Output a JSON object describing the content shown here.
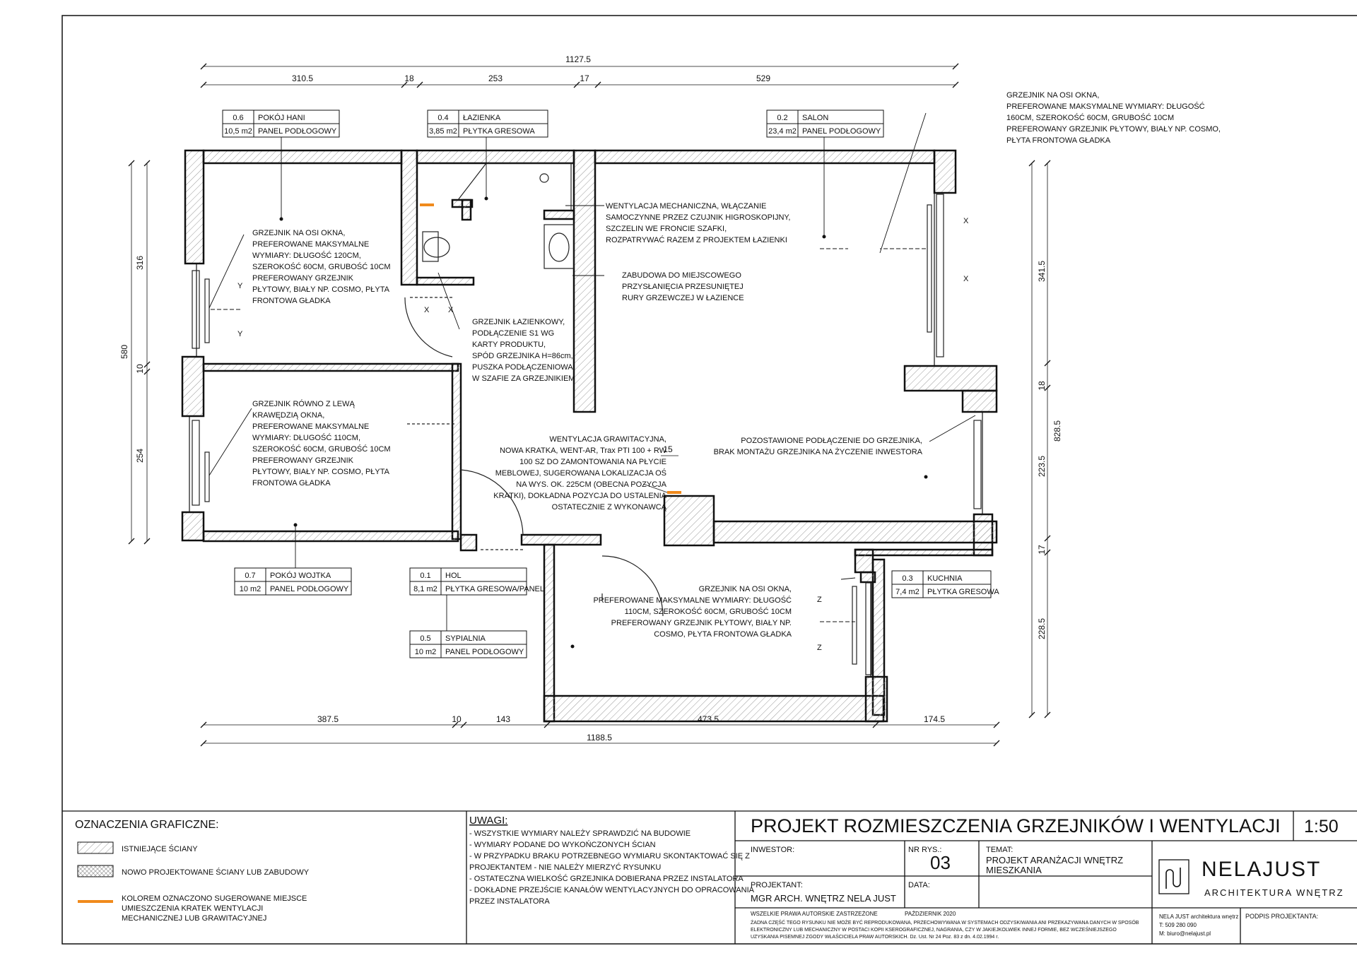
{
  "colors": {
    "line": "#111111",
    "vent": "#f08a1c",
    "hatch": "#888888"
  },
  "dimensions": {
    "top_total": "1127.5",
    "top_segments": [
      "310.5",
      "18",
      "253",
      "17",
      "529"
    ],
    "bottom_total": "1188.5",
    "bottom_segments": [
      "387.5",
      "10",
      "143",
      "473.5",
      "174.5"
    ],
    "left_total": "580",
    "left_segments": [
      "316",
      "10",
      "254"
    ],
    "right_total": "828.5",
    "right_segments": [
      "341.5",
      "18",
      "223.5",
      "17",
      "228.5"
    ],
    "small_15": "15"
  },
  "rooms": [
    {
      "num": "0.6",
      "name": "POKÓJ HANI",
      "area": "10,5 m2",
      "floor": "PANEL PODŁOGOWY"
    },
    {
      "num": "0.4",
      "name": "ŁAZIENKA",
      "area": "3,85 m2",
      "floor": "PŁYTKA GRESOWA"
    },
    {
      "num": "0.2",
      "name": "SALON",
      "area": "23,4 m2",
      "floor": "PANEL PODŁOGOWY"
    },
    {
      "num": "0.7",
      "name": "POKÓJ WOJTKA",
      "area": "10 m2",
      "floor": "PANEL PODŁOGOWY"
    },
    {
      "num": "0.1",
      "name": "HOL",
      "area": "8,1 m2",
      "floor": "PŁYTKA GRESOWA/PANEL"
    },
    {
      "num": "0.3",
      "name": "KUCHNIA",
      "area": "7,4 m2",
      "floor": "PŁYTKA GRESOWA"
    },
    {
      "num": "0.5",
      "name": "SYPIALNIA",
      "area": "10 m2",
      "floor": "PANEL PODŁOGOWY"
    }
  ],
  "notes": {
    "salon_window": [
      "GRZEJNIK NA OSI OKNA,",
      "PREFEROWANE MAKSYMALNE WYMIARY: DŁUGOŚĆ",
      "160CM, SZEROKOŚĆ 60CM, GRUBOŚĆ 10CM",
      "PREFEROWANY GRZEJNIK PŁYTOWY, BIAŁY NP. COSMO,",
      "PŁYTA FRONTOWA GŁADKA"
    ],
    "hani_window": [
      "GRZEJNIK NA OSI OKNA,",
      "PREFEROWANE MAKSYMALNE",
      "WYMIARY: DŁUGOŚĆ 120CM,",
      "SZEROKOŚĆ 60CM, GRUBOŚĆ 10CM",
      "PREFEROWANY GRZEJNIK",
      "PŁYTOWY, BIAŁY NP. COSMO, PŁYTA",
      "FRONTOWA GŁADKA"
    ],
    "vent_mech": [
      "WENTYLACJA MECHANICZNA, WŁĄCZANIE",
      "SAMOCZYNNE PRZEZ CZUJNIK HIGROSKOPIJNY,",
      "SZCZELIN WE FRONCIE SZAFKI,",
      "ROZPATRYWAĆ RAZEM Z PROJEKTEM ŁAZIENKI"
    ],
    "zabudowa": [
      "ZABUDOWA DO MIEJSCOWEGO",
      "PRZYSŁANIĘCIA PRZESUNIĘTEJ",
      "RURY GRZEWCZEJ W ŁAZIENCE"
    ],
    "lazienka_rad": [
      "GRZEJNIK ŁAZIENKOWY,",
      "PODŁĄCZENIE S1 WG",
      "KARTY PRODUKTU,",
      "SPÓD GRZEJNIKA H=86cm,",
      "PUSZKA PODŁĄCZENIOWA",
      "W SZAFIE ZA GRZEJNIKIEM"
    ],
    "wojtka_rad": [
      "GRZEJNIK RÓWNO Z LEWĄ",
      "KRAWĘDZIĄ OKNA,",
      "PREFEROWANE MAKSYMALNE",
      "WYMIARY: DŁUGOŚĆ 110CM,",
      "SZEROKOŚĆ 60CM, GRUBOŚĆ 10CM",
      "PREFEROWANY GRZEJNIK",
      "PŁYTOWY, BIAŁY NP. COSMO, PŁYTA",
      "FRONTOWA GŁADKA"
    ],
    "vent_grav": [
      "WENTYLACJA GRAWITACYJNA,",
      "NOWA KRATKA, WENT-AR, Trax PTI 100 + RW",
      "100 SZ DO ZAMONTOWANIA NA PŁYCIE",
      "MEBLOWEJ, SUGEROWANA LOKALIZACJA OŚ",
      "NA WYS. OK. 225CM (OBECNA POZYCJA",
      "KRATKI), DOKŁADNA POZYCJA DO USTALENIA",
      "OSTATECZNIE Z WYKONAWCĄ"
    ],
    "kuchnia_conn": [
      "POZOSTAWIONE PODŁĄCZENIE DO GRZEJNIKA,",
      "BRAK MONTAŻU GRZEJNIKA NA ŻYCZENIE INWESTORA"
    ],
    "sypialnia_rad": [
      "GRZEJNIK NA OSI OKNA,",
      "PREFEROWANE MAKSYMALNE WYMIARY: DŁUGOŚĆ",
      "110CM, SZEROKOŚĆ 60CM, GRUBOŚĆ 10CM",
      "PREFEROWANY GRZEJNIK PŁYTOWY, BIAŁY NP.",
      "COSMO, PŁYTA FRONTOWA GŁADKA"
    ]
  },
  "marks": {
    "x": "X",
    "y": "Y",
    "z": "Z"
  },
  "legend": {
    "title": "OZNACZENIA GRAFICZNE:",
    "existing": "ISTNIEJĄCE ŚCIANY",
    "new": "NOWO PROJEKTOWANE ŚCIANY LUB ZABUDOWY",
    "vent": [
      "KOLOREM OZNACZONO SUGEROWANE MIEJSCE",
      "UMIESZCZENIA KRATEK WENTYLACJI",
      "MECHANICZNEJ LUB GRAWITACYJNEJ"
    ]
  },
  "uwagi": {
    "title": "UWAGI:",
    "items": [
      "- WSZYSTKIE WYMIARY NALEŻY SPRAWDZIĆ NA BUDOWIE",
      "- WYMIARY PODANE DO WYKOŃCZONYCH ŚCIAN",
      "- W PRZYPADKU BRAKU POTRZEBNEGO WYMIARU SKONTAKTOWAĆ SIĘ Z",
      "PROJEKTANTEM - NIE NALEŻY MIERZYĆ RYSUNKU",
      "- OSTATECZNA WIELKOŚĆ GRZEJNIKA DOBIERANA PRZEZ INSTALATORA",
      "- DOKŁADNE PRZEJŚCIE KANAŁÓW WENTYLACYJNYCH DO OPRACOWANIA",
      "PRZEZ INSTALATORA"
    ]
  },
  "titleblock": {
    "title": "PROJEKT ROZMIESZCZENIA GRZEJNIKÓW I WENTYLACJI",
    "scale": "1:50",
    "investor_label": "INWESTOR:",
    "nr_label": "NR RYS.:",
    "nr_value": "03",
    "temat_label": "TEMAT:",
    "temat_value": [
      "PROJEKT ARANŻACJI WNĘTRZ",
      "MIESZKANIA"
    ],
    "projektant_label": "PROJEKTANT:",
    "projektant_value": "MGR ARCH. WNĘTRZ  NELA JUST",
    "data_label": "DATA:",
    "brand_name": "NELAJUST",
    "brand_sub": "ARCHITEKTURA WNĘTRZ",
    "rights": "WSZELKIE PRAWA AUTORSKIE ZASTRZEŻONE",
    "date": "PAŹDZIERNIK 2020",
    "legal": [
      "ŻADNA CZĘŚĆ TEGO RYSUNKU NIE MOŻE BYĆ REPRODUKOWANA, PRZECHOWYWANA W  SYSTEMACH ODZYSKIWANIA  ANI  PRZEKAZYWANA  DANYCH W  SPOSÓB",
      "ELEKTRONICZNY LUB MECHANICZNY W  POSTACI KOPII KSEROGRAFICZNEJ, NAGRANIA, CZY W JAKIEJKOLWIEK INNEJ FORMIE, BEZ WCZEŚNIEJSZEGO",
      "UZYSKANIA PISEMNEJ  ZGODY WŁAŚCICIELA PRAW AUTORSKICH.      Dz. Ust. Nr 24 Poz. 83 z dn. 4.02.1994 r."
    ],
    "contact": [
      "NELA JUST architektura wnętrz",
      "T: 509 280 090",
      "M: biuro@nelajust.pl"
    ],
    "sign_label": "PODPIS PROJEKTANTA:"
  }
}
